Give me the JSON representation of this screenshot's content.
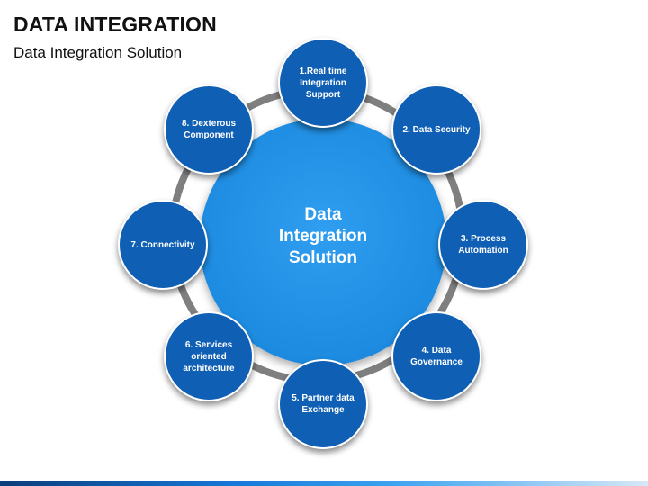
{
  "title": "DATA INTEGRATION",
  "subtitle": "Data Integration Solution",
  "center_label": "Data Integration Solution",
  "colors": {
    "node": "#0f5fb5",
    "center": "#1d8be0",
    "ring": "#7f7f7f"
  },
  "nodes": [
    {
      "label": "1.Real time Integration Support"
    },
    {
      "label": "2. Data Security"
    },
    {
      "label": "3. Process Automation"
    },
    {
      "label": "4. Data Governance"
    },
    {
      "label": "5. Partner data Exchange"
    },
    {
      "label": "6. Services oriented architecture"
    },
    {
      "label": "7. Connectivity"
    },
    {
      "label": "8. Dexterous Component"
    }
  ]
}
